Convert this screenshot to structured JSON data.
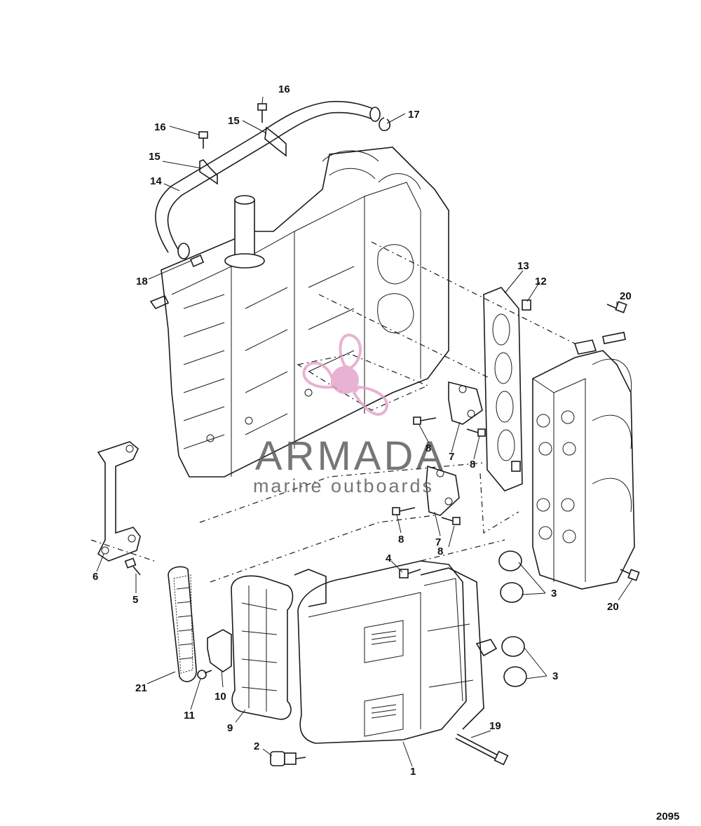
{
  "figure_number": "2095",
  "watermark": {
    "brand": "ARMADA",
    "tagline": "marine outboards",
    "brand_color": "#555555",
    "accent_color": "#e3a0c8"
  },
  "callouts": {
    "c1": "1",
    "c2": "2",
    "c3a": "3",
    "c3b": "3",
    "c4": "4",
    "c5": "5",
    "c6": "6",
    "c7a": "7",
    "c7b": "7",
    "c8a": "8",
    "c8b": "8",
    "c8c": "8",
    "c8d": "8",
    "c9": "9",
    "c10": "10",
    "c11": "11",
    "c12": "12",
    "c13": "13",
    "c14": "14",
    "c15a": "15",
    "c15b": "15",
    "c16a": "16",
    "c16b": "16",
    "c17": "17",
    "c18": "18",
    "c19": "19",
    "c20a": "20",
    "c20b": "20",
    "c21": "21"
  }
}
